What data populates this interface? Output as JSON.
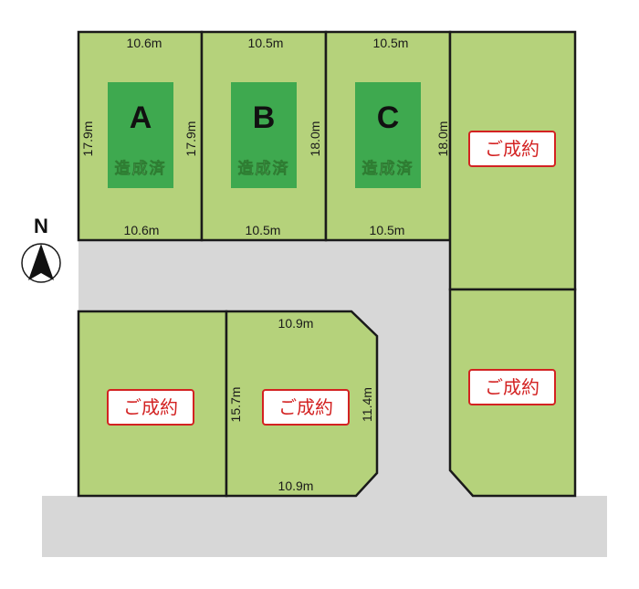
{
  "colors": {
    "lot_fill": "#b5d27b",
    "badge_fill": "#3ea94f",
    "road_fill": "#d7d7d7",
    "line": "#1a1a1a",
    "sold_border": "#d32222"
  },
  "compass": {
    "label": "N",
    "icon": "north-arrow-icon"
  },
  "lots": {
    "a": {
      "letter": "A",
      "status": "造成済",
      "top": "10.6m",
      "bottom": "10.6m",
      "left": "17.9m",
      "right": "17.9m"
    },
    "b": {
      "letter": "B",
      "status": "造成済",
      "top": "10.5m",
      "bottom": "10.5m",
      "right": "18.0m"
    },
    "c": {
      "letter": "C",
      "status": "造成済",
      "top": "10.5m",
      "bottom": "10.5m",
      "right": "18.0m"
    },
    "d": {
      "status": "ご成約",
      "top": "10.9m",
      "bottom": "10.9m",
      "left": "15.7m",
      "right": "11.4m"
    },
    "e": {
      "status": "ご成約"
    },
    "ne": {
      "status": "ご成約"
    },
    "se": {
      "status": "ご成約"
    }
  }
}
